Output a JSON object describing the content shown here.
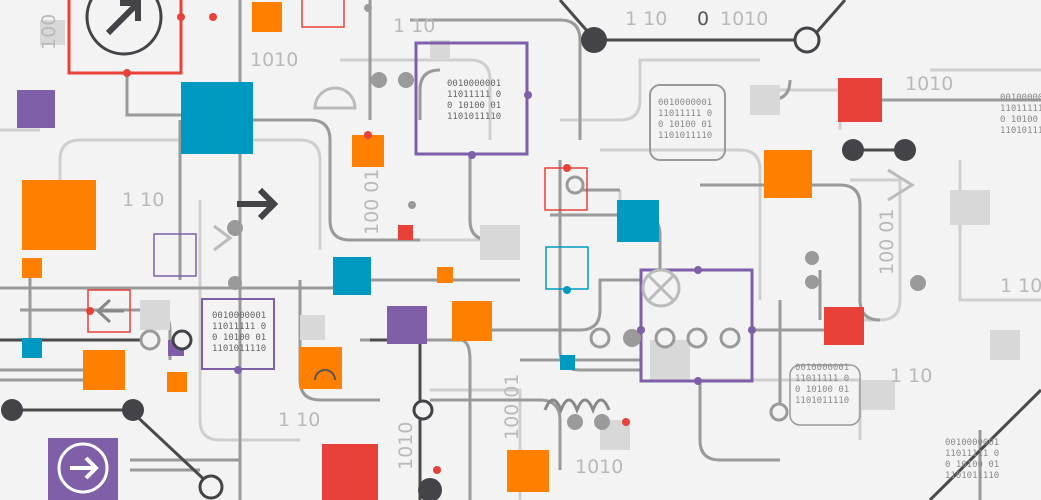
{
  "colors": {
    "orange": "#ff8000",
    "blue": "#0099c0",
    "red": "#e8413a",
    "purple": "#7e5fa8",
    "dark": "#444448",
    "gray": "#9a9a9a",
    "light": "#d8d8d8"
  },
  "labels": {
    "one_ten": "1 10",
    "ten_ten": "1010",
    "zero": "0",
    "hundred_one": "100 01",
    "hundred_zero": "100 0",
    "hundred": "100",
    "ten_ten_v": "1010"
  },
  "binary_block": {
    "line1": "0010000001",
    "line2": "11011111 0",
    "line3": "0 10100 01",
    "line4": "1101011110"
  },
  "icons": [
    "arrow-up-right-circle-icon",
    "arrow-right-icon",
    "arrow-left-icon",
    "arrow-right-circle-icon",
    "crossed-circle-icon",
    "chevron-right-icon"
  ]
}
